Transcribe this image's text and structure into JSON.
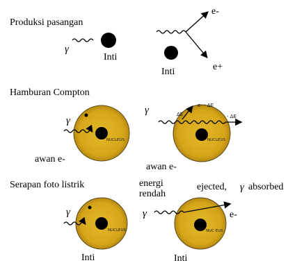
{
  "sections": {
    "pair": {
      "title": "Produksi pasangan",
      "gamma": "γ",
      "nucleus_label_left": "Inti",
      "nucleus_label_right": "Inti",
      "electron": "e-",
      "positron": "e+"
    },
    "compton": {
      "title": "Hamburan Compton",
      "gamma_left": "γ",
      "gamma_right": "γ",
      "cloud_label_left": "awan e-",
      "cloud_label_right": "awan e-",
      "delta_e_top": "e- - ΔE",
      "delta_e_small": "ΔE",
      "delta_e_right": "- ΔE",
      "nucleus_text_left": "NUCLEUS",
      "nucleus_text_right": "NUCLEUS"
    },
    "photo": {
      "title": "Serapan foto listrik",
      "energy_line1": "energi",
      "energy_line2": "rendah",
      "ejected": "ejected,",
      "gamma_absorbed": "γ",
      "absorbed": "absorbed",
      "gamma_left": "γ",
      "gamma_right": "γ",
      "electron": "e-",
      "nucleus_label_left": "Inti",
      "nucleus_label_right": "Inti",
      "nucleus_text_left": "NUCLEUS",
      "nucleus_text_right": "NUC EUS"
    }
  },
  "colors": {
    "cloud_fill": "#d6a619",
    "cloud_edge": "#5a4a1a",
    "nucleus": "#000000",
    "ink": "#000000"
  }
}
